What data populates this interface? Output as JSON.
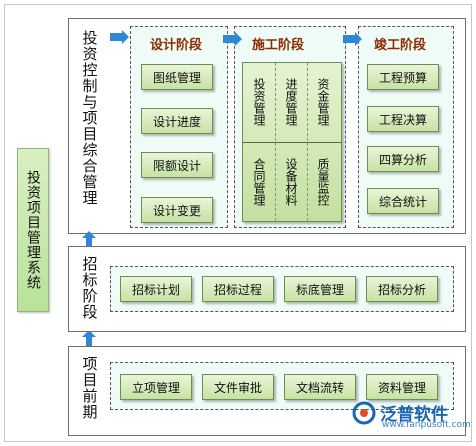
{
  "system_label": "投资项目管理系统",
  "sections": {
    "control": {
      "label": "投资控制与项目综合管理"
    },
    "bidding": {
      "label": "招标阶段"
    },
    "prelim": {
      "label": "项目前期"
    }
  },
  "stages": {
    "design": {
      "title": "设计阶段",
      "items": [
        "图纸管理",
        "设计进度",
        "限额设计",
        "设计变更"
      ]
    },
    "construction": {
      "title": "施工阶段",
      "cells": [
        "投资管理",
        "进度管理",
        "资金管理",
        "合同管理",
        "设备材料",
        "质量监控"
      ]
    },
    "completion": {
      "title": "竣工阶段",
      "items": [
        "工程预算",
        "工程决算",
        "四算分析",
        "综合统计"
      ]
    }
  },
  "bidding_items": [
    "招标计划",
    "招标过程",
    "标底管理",
    "招标分析"
  ],
  "prelim_items": [
    "立项管理",
    "文件审批",
    "文档流转",
    "资料管理"
  ],
  "logo": {
    "name": "泛普软件",
    "url": "www.fanpusoft.com"
  },
  "colors": {
    "box_fill": "#c6e2a4",
    "stage_title": "#8b2a00",
    "arrow": "#2f87d8",
    "dashed_bg": "#eefbf6"
  }
}
